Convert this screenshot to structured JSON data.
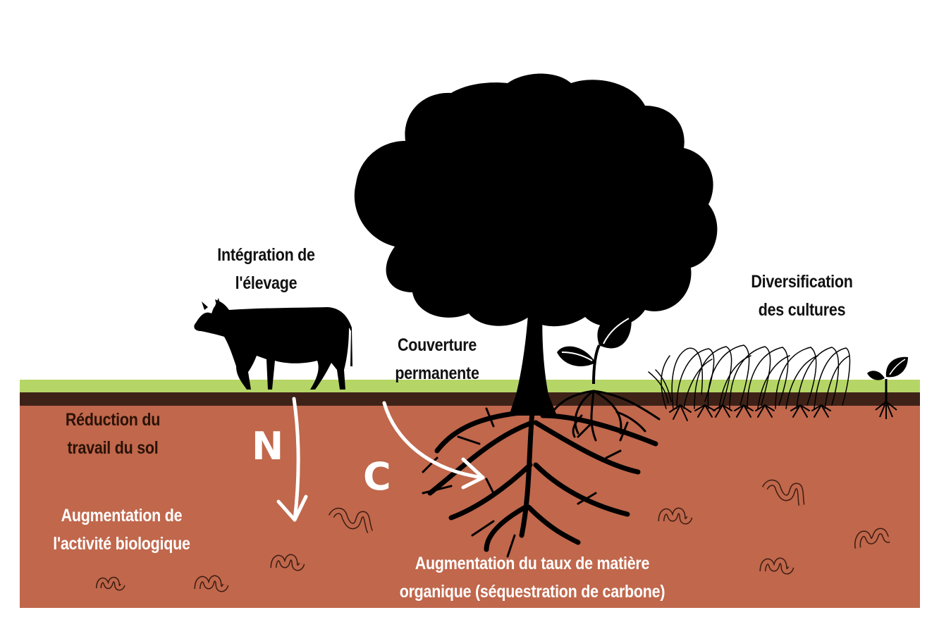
{
  "labels": {
    "livestock": [
      "Intégration de",
      "l'élevage"
    ],
    "cover": [
      "Couverture",
      "permanente"
    ],
    "diversification": [
      "Diversification",
      "des cultures"
    ],
    "tillage": [
      "Réduction du",
      "travail du sol"
    ],
    "biology": [
      "Augmentation de",
      "l'activité biologique"
    ],
    "organic_matter": [
      "Augmentation du taux de matière",
      "organique (séquestration de carbone)"
    ]
  },
  "symbols": {
    "nitrogen": "N",
    "carbon": "C"
  },
  "icons": [
    "cow-icon",
    "tree-icon",
    "seedling-icon",
    "crop-plants-icon",
    "earthworm-icon",
    "arrow-icon"
  ],
  "colors": {
    "grass": "#b5d666",
    "topsoil": "#3e2218",
    "soil": "#c0674c",
    "silhouette": "#000000",
    "text_dark": "#111111",
    "text_light": "#ffffff"
  }
}
